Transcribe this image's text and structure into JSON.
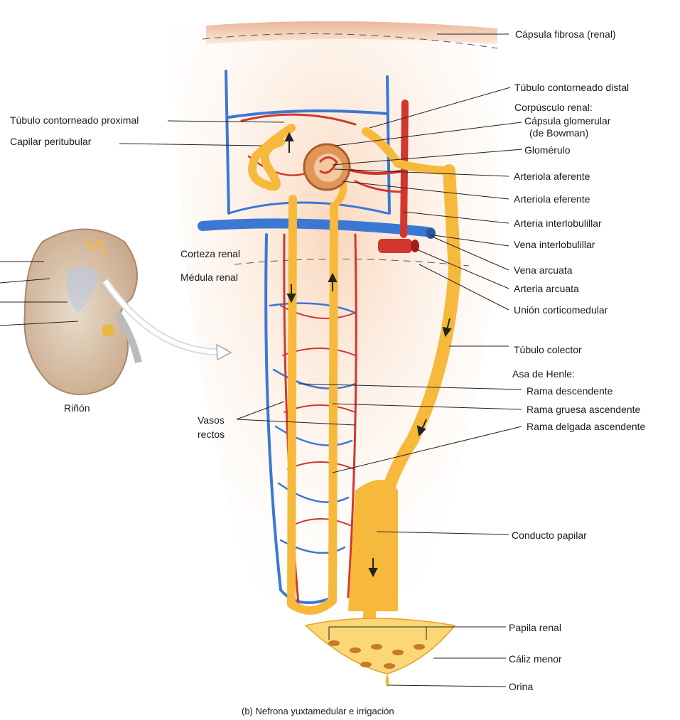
{
  "labels": {
    "capsula_fibrosa": "Cápsula fibrosa (renal)",
    "tubulo_distal": "Túbulo contorneado distal",
    "corpusculo": "Corpúsculo renal:",
    "capsula_glomerular": "Cápsula glomerular",
    "bowman": "(de Bowman)",
    "glomerulo": "Glomérulo",
    "arteriola_aferente": "Arteriola aferente",
    "arteriola_eferente": "Arteriola eferente",
    "arteria_interlobulillar": "Arteria interlobulillar",
    "vena_interlobulillar": "Vena interlobulillar",
    "vena_arcuata": "Vena arcuata",
    "arteria_arcuata": "Arteria arcuata",
    "union": "Unión corticomedular",
    "tubulo_colector": "Túbulo colector",
    "asa_henle": "Asa de Henle:",
    "rama_descendente": "Rama descendente",
    "rama_gruesa": "Rama gruesa ascendente",
    "rama_delgada": "Rama delgada ascendente",
    "conducto_papilar": "Conducto papilar",
    "papila": "Papila renal",
    "caliz": "Cáliz menor",
    "orina": "Orina",
    "tubulo_proximal": "Túbulo contorneado proximal",
    "capilar": "Capilar peritubular",
    "corteza": "Corteza renal",
    "medula": "Médula renal",
    "vasos": "Vasos",
    "rectos": "rectos",
    "rinon": "Riñón"
  },
  "caption": "(b) Nefrona yuxtamedular e irrigación",
  "colors": {
    "artery": "#d2372d",
    "vein": "#3b78d4",
    "tubule": "#f6b93b",
    "tubule_light": "#fde29a",
    "tissue": "#f7d9bf"
  }
}
